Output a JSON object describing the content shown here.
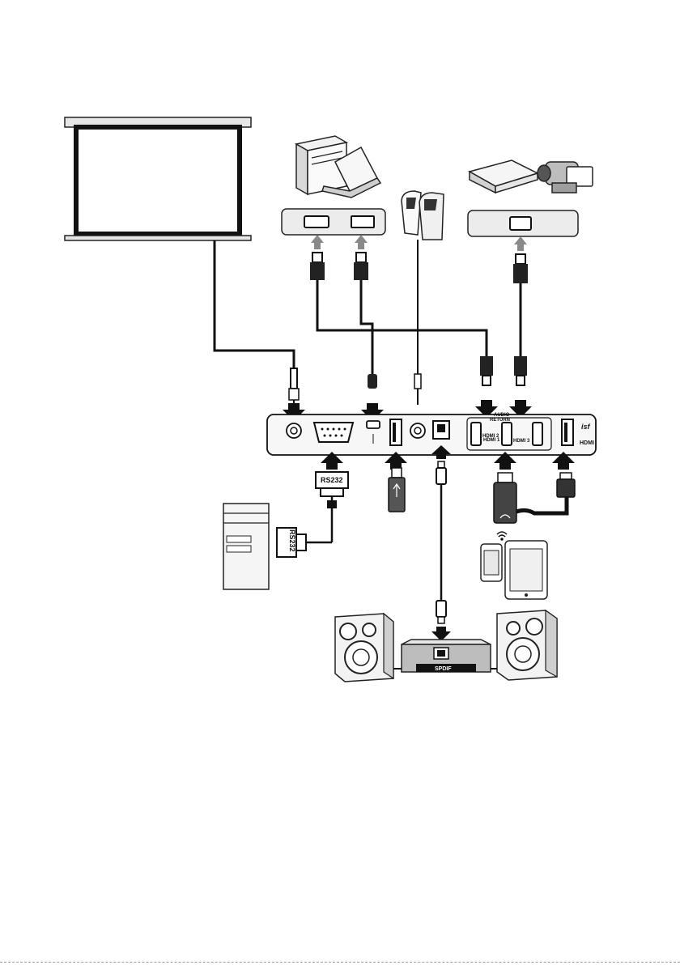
{
  "labels": {
    "audio_return": "AUDIO",
    "audio_return2": "RETURN",
    "hdmi1": "HDMI 1",
    "hdmi2": "HDMI 2",
    "hdmi3": "HDMI 3",
    "hdmi_logo": "HDMI",
    "isf_logo": "isf",
    "rs232_adapter": "RS232",
    "rs232_pc": "RS232",
    "spdif": "SPDIF"
  },
  "colors": {
    "line": "#1a1a1a",
    "fill_light": "#f2f2f2",
    "fill_mid": "#d9d9d9",
    "fill_dark": "#555555",
    "arrow_gray": "#8a8a8a"
  },
  "icons": [
    "screen-icon",
    "desktop-pc-icon",
    "laptop-icon",
    "speakers-icon",
    "media-player-icon",
    "camcorder-icon",
    "projector-icon",
    "usb-drive-icon",
    "wireless-dongle-icon",
    "smartphone-icon",
    "tablet-icon",
    "serial-pc-icon",
    "audio-receiver-icon",
    "speaker-left-icon",
    "speaker-right-icon",
    "wifi-icon"
  ]
}
